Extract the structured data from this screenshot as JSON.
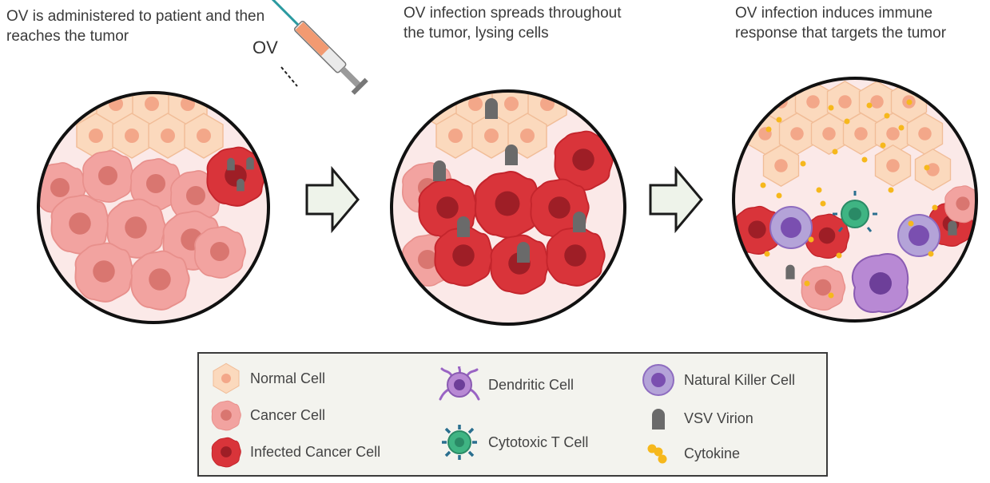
{
  "captions": {
    "step1": "OV is administered to patient and then\nreaches the tumor",
    "step2": "OV infection spreads throughout\nthe tumor, lysing cells",
    "step3": "OV infection induces immune\nresponse that targets the tumor"
  },
  "syringe_label": "OV",
  "legend": [
    {
      "label": "Normal Cell",
      "icon": "normal-cell-icon"
    },
    {
      "label": "Cancer Cell",
      "icon": "cancer-cell-icon"
    },
    {
      "label": "Infected Cancer Cell",
      "icon": "infected-cancer-cell-icon"
    },
    {
      "label": "Dendritic Cell",
      "icon": "dendritic-cell-icon"
    },
    {
      "label": "Cytotoxic T Cell",
      "icon": "cytotoxic-t-cell-icon"
    },
    {
      "label": "Natural Killer Cell",
      "icon": "natural-killer-cell-icon"
    },
    {
      "label": "VSV Virion",
      "icon": "vsv-virion-icon"
    },
    {
      "label": "Cytokine",
      "icon": "cytokine-icon"
    }
  ],
  "colors": {
    "normal_cell": "#fbd9bd",
    "cancer_cell": "#f2a3a0",
    "infected_cell": "#d9343a",
    "nk_cell": "#8e6cc0",
    "t_cell": "#3fb483",
    "virion": "#6a6a6a",
    "cytokine": "#f6b81c"
  }
}
